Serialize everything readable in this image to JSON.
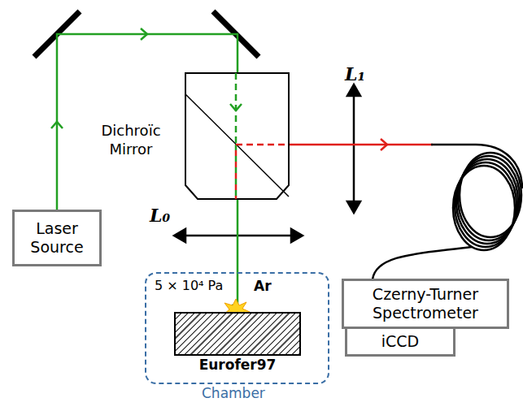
{
  "diagram": {
    "nodes": [
      {
        "text": [
          "Laser Source"
        ]
      },
      {
        "text": [
          "5 × 10⁴ Pa",
          "Ar",
          "Chamber"
        ]
      },
      {
        "text": [
          "Eurofer97"
        ],
        "in": 1
      },
      {
        "text": [
          "Czerny-Turner Spectrometer"
        ]
      },
      {
        "text": [
          "iCCD"
        ]
      }
    ],
    "edges": [
      {
        "from": 0,
        "to": 2,
        "arrow": "to"
      }
    ],
    "labels": [
      "Dichroïc Mirror",
      "L₁",
      "L₀"
    ]
  }
}
